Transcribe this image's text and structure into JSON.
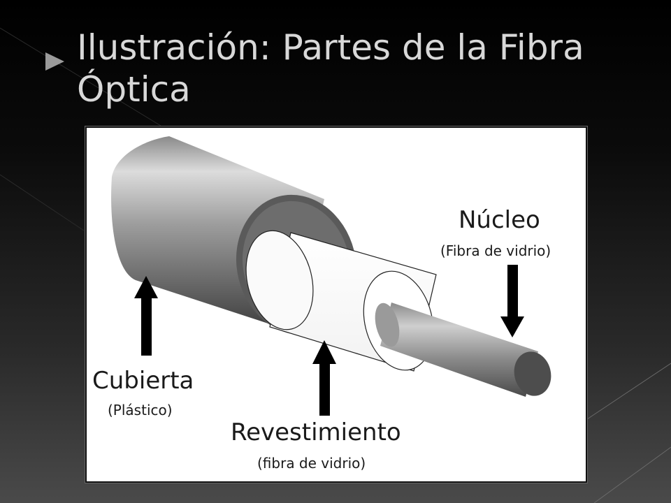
{
  "slide": {
    "title_line1": "Ilustración: Partes de la Fibra",
    "title_line2": "Óptica"
  },
  "diagram": {
    "labels": {
      "core": {
        "name": "Núcleo",
        "material": "(Fibra de vidrio)"
      },
      "jacket": {
        "name": "Cubierta",
        "material": "(Plástico)"
      },
      "cladding": {
        "name": "Revestimiento",
        "material": "(fibra de vidrio)"
      }
    }
  }
}
